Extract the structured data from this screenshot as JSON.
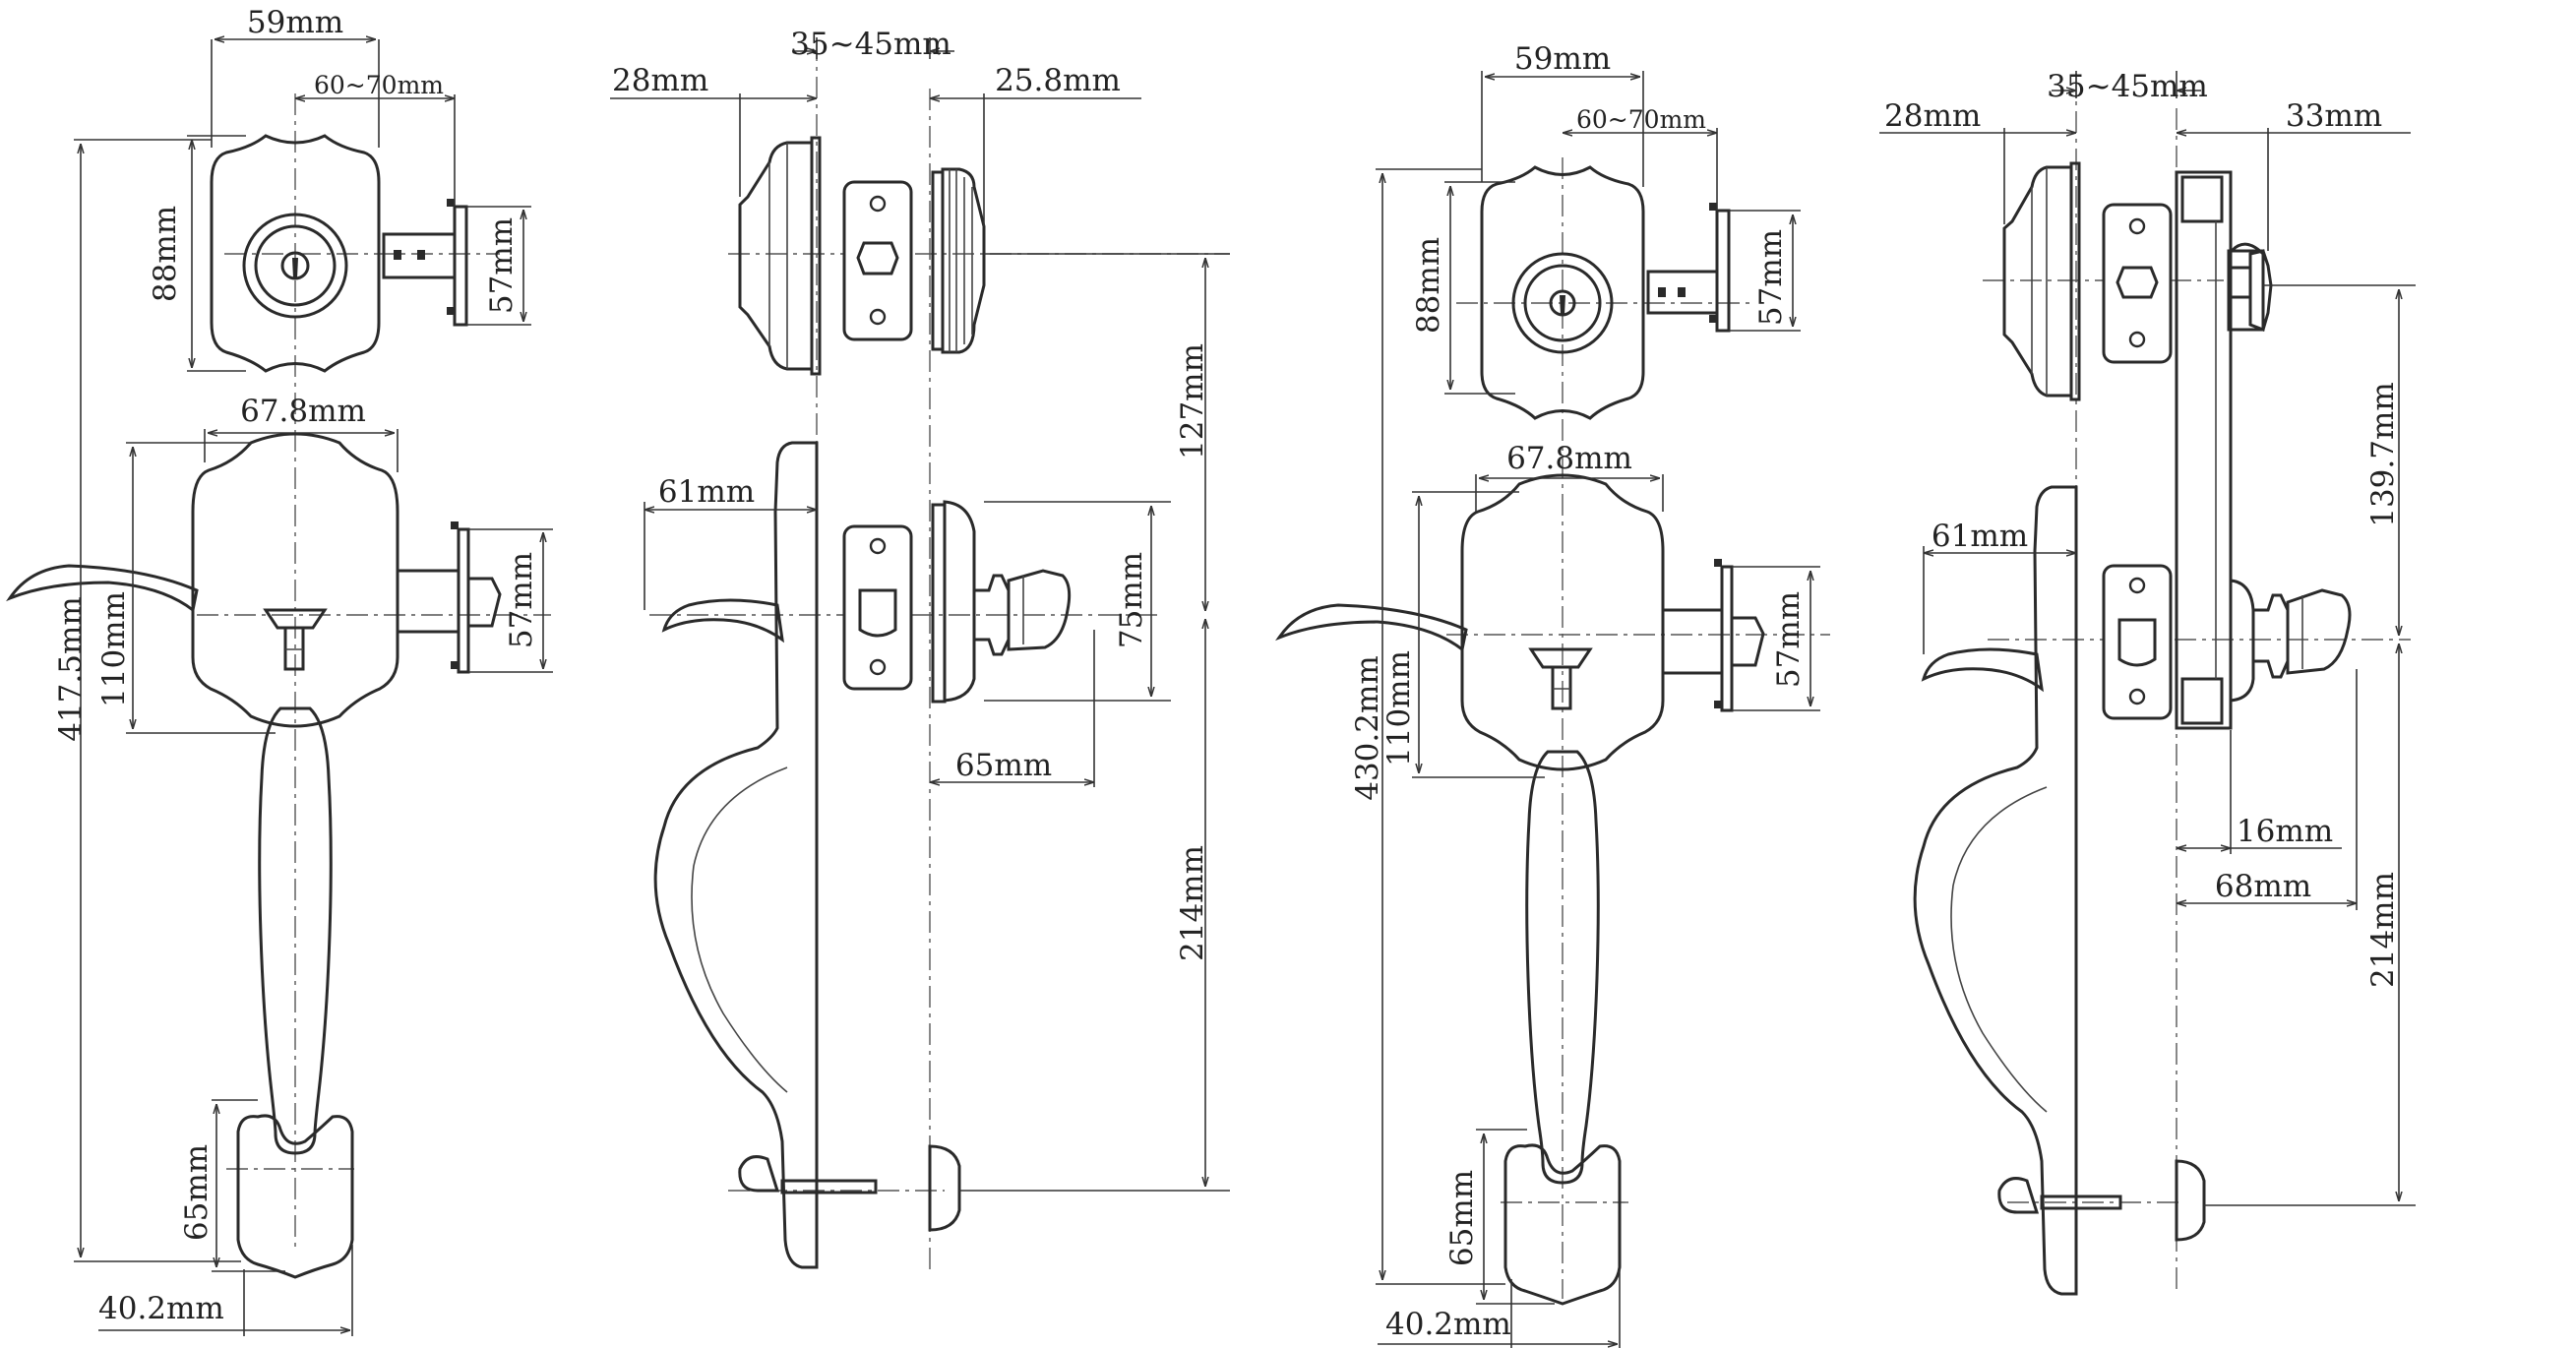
{
  "drawings": [
    {
      "labels": {
        "deadbolt_width": "59mm",
        "backset": "60~70mm",
        "deadbolt_height": "88mm",
        "deadbolt_plate_57": "57mm",
        "lever_plate_width": "67.8mm",
        "lever_plate_height": "110mm",
        "latch_plate_57": "57mm",
        "overall_height": "417.5mm",
        "bottom_plate_height": "65mm",
        "bottom_plate_width": "40.2mm",
        "door_thickness": "35~45mm",
        "exterior_deadbolt_projection": "28mm",
        "interior_deadbolt_projection": "25.8mm",
        "lever_projection": "61mm",
        "centre_to_centre": "127mm",
        "latch_height": "75mm",
        "interior_knob_projection": "65mm",
        "lower_centre": "214mm"
      }
    },
    {
      "labels": {
        "deadbolt_width": "59mm",
        "backset": "60~70mm",
        "deadbolt_height": "88mm",
        "deadbolt_plate_57": "57mm",
        "lever_plate_width": "67.8mm",
        "lever_plate_height": "110mm",
        "latch_plate_57": "57mm",
        "overall_height": "430.2mm",
        "bottom_plate_height": "65mm",
        "bottom_plate_width": "40.2mm",
        "door_thickness": "35~45mm",
        "exterior_deadbolt_projection": "28mm",
        "thumbturn_projection": "33mm",
        "lever_projection": "61mm",
        "centre_to_centre": "139.7mm",
        "plate_thickness": "16mm",
        "interior_knob_projection": "68mm",
        "lower_centre": "214mm"
      }
    }
  ],
  "icons": [
    "key-cylinder-icon",
    "thumbturn-icon",
    "lever-handle-icon"
  ]
}
